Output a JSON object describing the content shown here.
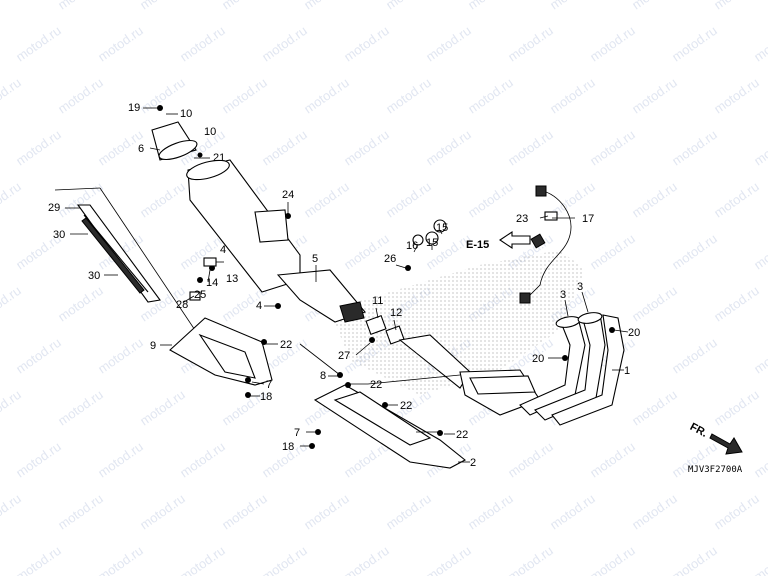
{
  "watermark": {
    "text": "motod.ru"
  },
  "ref_arrow_label": "E-15",
  "direction_label": "FR.",
  "diagram_code": "MJV3F2700A",
  "callouts": {
    "c1": "1",
    "c2": "2",
    "c3a": "3",
    "c3b": "3",
    "c4a": "4",
    "c4b": "4",
    "c5": "5",
    "c6": "6",
    "c7a": "7",
    "c7b": "7",
    "c8": "8",
    "c9": "9",
    "c10a": "10",
    "c10b": "10",
    "c11": "11",
    "c12": "12",
    "c13": "13",
    "c14": "14",
    "c15a": "15",
    "c15b": "15",
    "c16": "16",
    "c17": "17",
    "c18a": "18",
    "c18b": "18",
    "c19": "19",
    "c20a": "20",
    "c20b": "20",
    "c21": "21",
    "c22a": "22",
    "c22b": "22",
    "c22c": "22",
    "c22d": "22",
    "c23": "23",
    "c24": "24",
    "c25": "25",
    "c26": "26",
    "c27": "27",
    "c28": "28",
    "c29": "29",
    "c30a": "30",
    "c30b": "30"
  }
}
